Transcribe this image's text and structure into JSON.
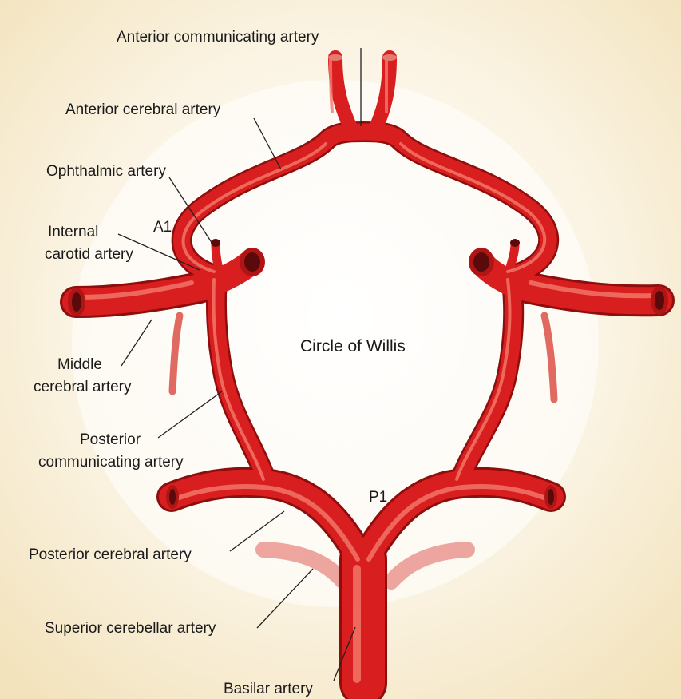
{
  "labels": {
    "anterior_communicating": "Anterior communicating artery",
    "anterior_cerebral": "Anterior cerebral artery",
    "ophthalmic": "Ophthalmic artery",
    "a1": "A1",
    "internal_carotid_line1": "Internal",
    "internal_carotid_line2": "carotid artery",
    "middle_cerebral_line1": "Middle",
    "middle_cerebral_line2": "cerebral artery",
    "posterior_communicating_line1": "Posterior",
    "posterior_communicating_line2": "communicating artery",
    "circle_of_willis": "Circle of Willis",
    "p1": "P1",
    "posterior_cerebral": "Posterior cerebral artery",
    "superior_cerebellar": "Superior cerebellar artery",
    "basilar": "Basilar artery"
  },
  "colors": {
    "artery": "#d81e1e",
    "artery_shadow": "#9e1010",
    "artery_highlight": "#f26a5c",
    "background_warm": "#f7ecd2",
    "lumen": "#5a0a0a"
  }
}
